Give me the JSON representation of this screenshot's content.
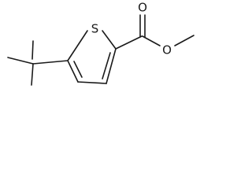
{
  "molecule": {
    "atoms": [
      {
        "id": "S",
        "label": "S"
      },
      {
        "id": "O1",
        "label": "O"
      },
      {
        "id": "O2",
        "label": "O"
      }
    ],
    "bonds": [
      {
        "name": "bond-tbu-c1-c",
        "order": 1
      },
      {
        "name": "bond-tbu-c2-c",
        "order": 1
      },
      {
        "name": "bond-tbu-c3-c",
        "order": 1
      },
      {
        "name": "bond-tbu-quaternary-c5",
        "order": 1
      },
      {
        "name": "bond-c5-s",
        "order": 1
      },
      {
        "name": "bond-s-c2",
        "order": 1
      },
      {
        "name": "bond-c2-c3",
        "order": 2
      },
      {
        "name": "bond-c3-c4",
        "order": 1
      },
      {
        "name": "bond-c4-c5",
        "order": 2
      },
      {
        "name": "bond-c2-carbonyl-c",
        "order": 1
      },
      {
        "name": "bond-carbonyl-c-o",
        "order": 2
      },
      {
        "name": "bond-carbonyl-c-ester-o",
        "order": 1
      },
      {
        "name": "bond-ester-o-methyl",
        "order": 1
      }
    ]
  }
}
